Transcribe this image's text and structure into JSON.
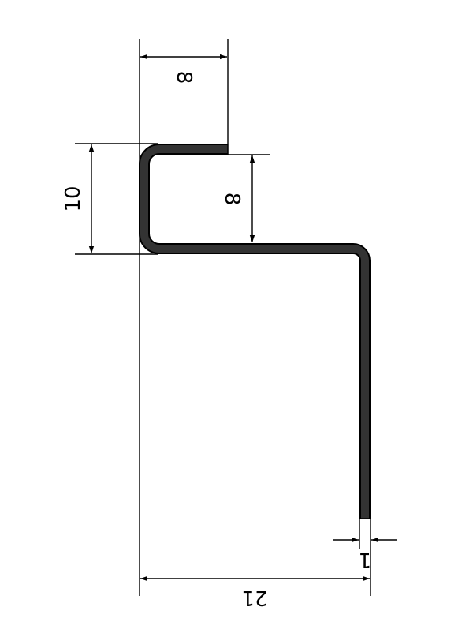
{
  "drawing": {
    "profile_color": "#333333",
    "outline_color": "#000000",
    "background": "#ffffff",
    "dimensions": {
      "top_flange_width": "8",
      "total_height_left": "10",
      "inner_height": "8",
      "thickness": "1",
      "overall_width": "21"
    }
  }
}
